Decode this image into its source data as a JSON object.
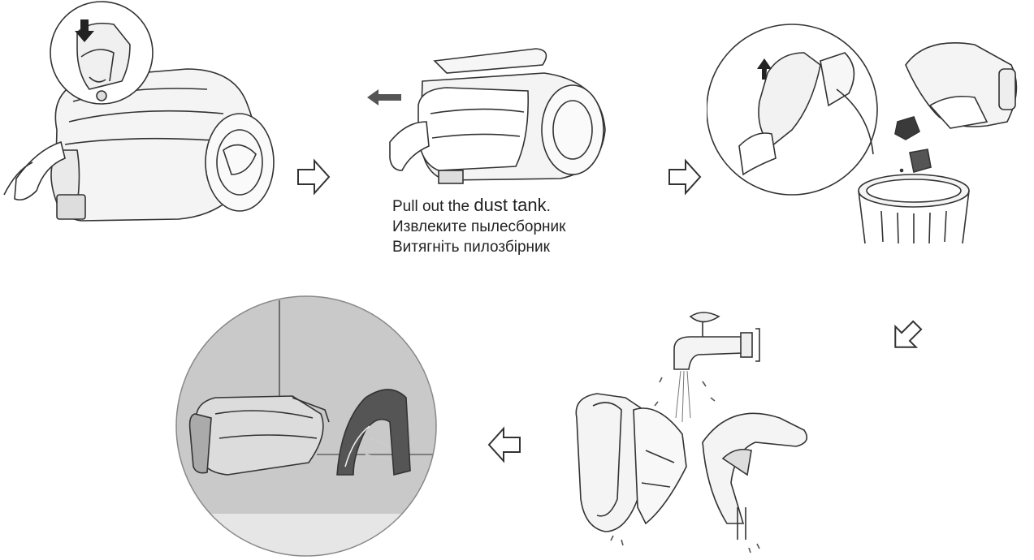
{
  "caption": {
    "en_part1": "Pull",
    "en_part2": " out the ",
    "en_part3": "dust tank",
    "en_part4": ".",
    "ru": "Извлеките пылесборник",
    "uk": "Витягніть пилозбірник"
  },
  "colors": {
    "line": "#333333",
    "fill_light": "#f4f4f4",
    "inset_bg": "#c9c9c9",
    "inset_floor": "#e6e6e6",
    "dark_part": "#3a3a3a"
  },
  "icons": {
    "step_arrow": "hollow-arrow-icon",
    "motion_arrow": "solid-arrow-icon",
    "press_arrow": "down-arrow-icon"
  }
}
